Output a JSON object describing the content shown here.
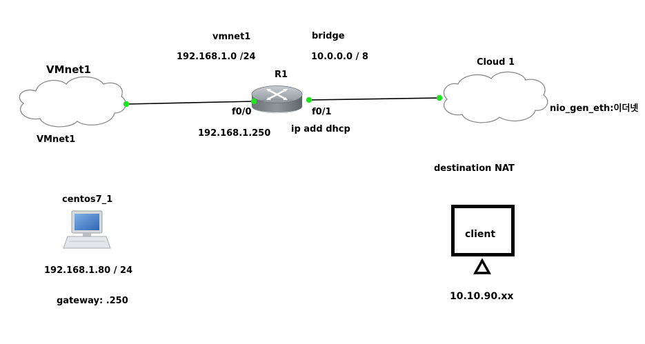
{
  "clouds": {
    "vmnet1": {
      "title": "VMnet1",
      "caption": "VMnet1"
    },
    "cloud1": {
      "title": "Cloud 1",
      "caption": "nio_gen_eth:이더넷"
    }
  },
  "router": {
    "name": "R1",
    "port_left": "f0/0",
    "port_right": "f0/1",
    "left_ip": "192.168.1.250",
    "right_ip": "ip add dhcp"
  },
  "networks": {
    "left": {
      "name": "vmnet1",
      "subnet": "192.168.1.0 /24"
    },
    "right": {
      "name": "bridge",
      "subnet": "10.0.0.0 / 8"
    }
  },
  "host": {
    "name": "centos7_1",
    "ip": "192.168.1.80 / 24",
    "gateway": "gateway: .250"
  },
  "client": {
    "label": "client",
    "ip": "10.10.90.xx",
    "note": "destination NAT"
  },
  "colors": {
    "link": "#000000",
    "port_dot": "#22e022",
    "cloud_fill": "#ffffff",
    "cloud_stroke": "#8a8a8a",
    "router_body": "#7d8489"
  }
}
